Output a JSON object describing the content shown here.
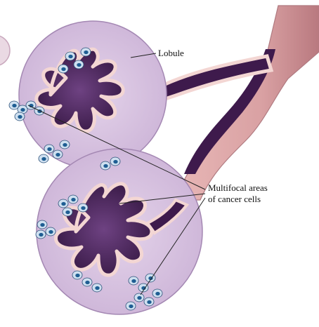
{
  "labels": {
    "lobule": "Lobule",
    "multifocal_line1": "Multifocal areas",
    "multifocal_line2": "of cancer cells"
  },
  "colors": {
    "background": "#ffffff",
    "lobule_fill": "#d7c3df",
    "lobule_stroke": "#a488b3",
    "lumen_dark": "#3b1a49",
    "lumen_mid": "#5d3370",
    "duct_wall": "#f3d6d3",
    "duct_outer": "#c98e91",
    "epithelium": "#fbeeee",
    "cancer_cell": "#cfe0f0",
    "cancer_nucleus": "#1f5e93",
    "leader_line": "#222222",
    "label_text": "#111111"
  },
  "icons": {
    "cancer_cell": "cancer-cell-icon"
  }
}
